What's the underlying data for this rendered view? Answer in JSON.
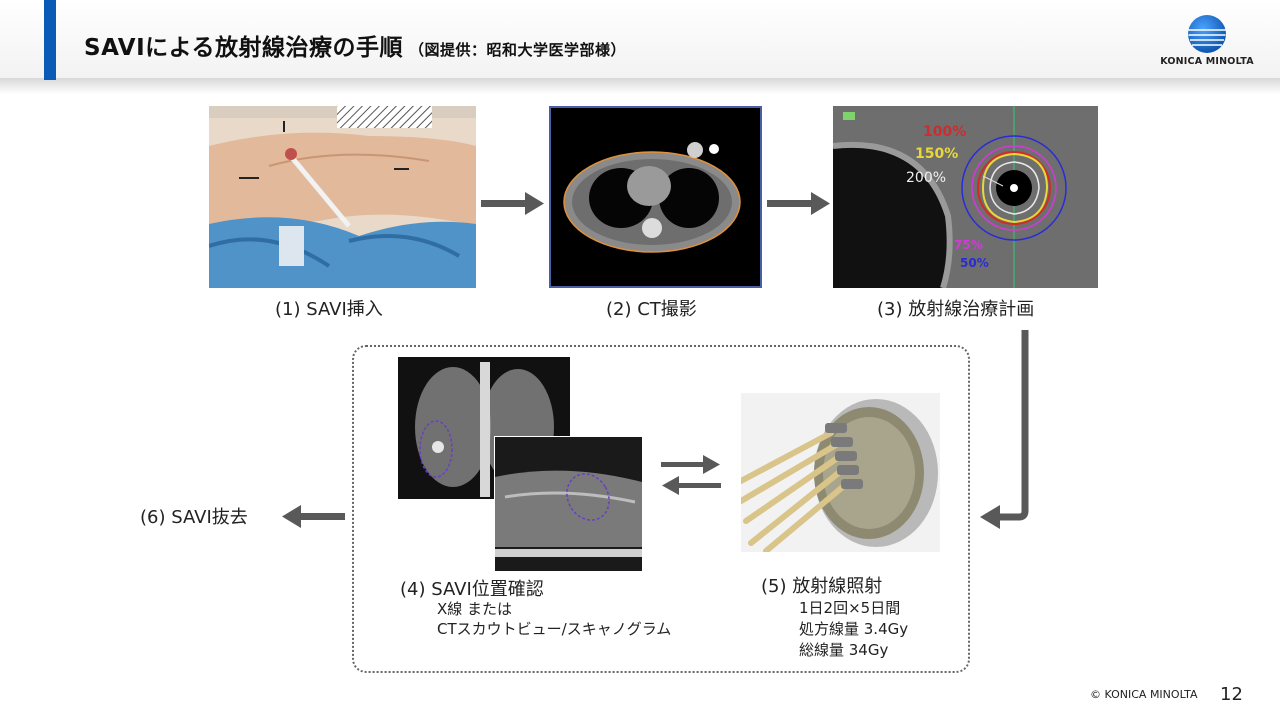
{
  "header": {
    "title": "SAVIによる放射線治療の手順",
    "subtitle": "（図提供：昭和大学医学部様）",
    "logo_text": "KONICA MINOLTA",
    "brand_color": "#0a5bb5"
  },
  "steps": {
    "s1": "(1) SAVI挿入",
    "s2": "(2) CT撮影",
    "s3": "(3) 放射線治療計画",
    "s4": "(4) SAVI位置確認",
    "s4_line1": "X線 または",
    "s4_line2": "CTスカウトビュー/スキャノグラム",
    "s5": "(5) 放射線照射",
    "s5_line1": "1日2回×5日間",
    "s5_line2": "処方線量 3.4Gy",
    "s5_line3": "総線量 34Gy",
    "s6": "(6) SAVI抜去"
  },
  "dose_labels": {
    "d100": "100%",
    "d150": "150%",
    "d200": "200%",
    "d75": "75%",
    "d50": "50%"
  },
  "footer": {
    "copyright": "© KONICA MINOLTA",
    "page": "12"
  }
}
